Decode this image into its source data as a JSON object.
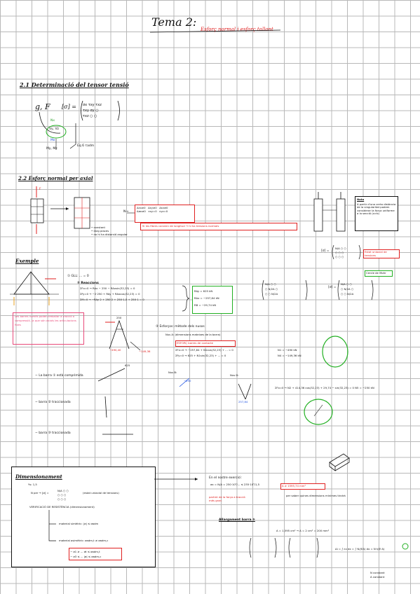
{
  "title": "Tema 2:",
  "subtitle": "Esforç normal i esforç tallant",
  "section_21": {
    "heading": "2.1 Determinació del tensor tensió",
    "lhs": "g, F",
    "arrow_to": "[σ] =",
    "matrix": [
      "σx τxy τxz",
      "τxy σy ○",
      "τxz ○ ○"
    ],
    "notes": [
      "Nx",
      "Vy, Vz",
      "Mx",
      "My, Mz"
    ],
    "result": "Eq 6 τadm"
  },
  "section_22": {
    "heading": "2.2 Esforç normal per axial",
    "bar_label": "F",
    "list": [
      "• constant",
      "• llarg places",
      "• no hi ha distorsió angular"
    ],
    "n_label": "N→",
    "strain_box": "Δεx≠0   Δεy≠0   Δεz≠0\nΔσx≠0   εxy=0   εyz=0",
    "red_note": "Si les fibres canvien de longitud → hi ha tensions normals",
    "nota_title": "Nota",
    "nota_text": "A partir d'una certa distància de la singularitat podem considerar la força uniforme a la secció (x>b)",
    "tensor_label": "[σ] =",
    "tensor_matrix": [
      "N/A ○ ○",
      "○ ○ ○",
      "○ ○ ○"
    ],
    "estat_box": "Estat uniaxial de tensions",
    "mohr_box": "Cercle de Mohr",
    "mohr_matrix": [
      "N/A ○ ○",
      "○ N/2A ○",
      "○ ○ N/2A"
    ],
    "mohr_lhs": "[σ] ="
  },
  "exemple": {
    "heading": "Exemple",
    "step1": "① GLL:  ...  = 0",
    "step2": "② Reaccions",
    "equations": [
      "ΣFx=0 → RAx − 250 − RAxsin(32,23) = 0",
      "ΣFy=0 → −2·250 + RAy + RAxcos(32,23) = 0",
      "ΣM=0 → −RAy·2 + 250·2 + 250·1,5 + 250·1 = 0"
    ],
    "results": [
      "RAy = 625 kN",
      "RAx = −257,84 kN",
      "RB = −29,74 kN"
    ],
    "pink_note": "Les barres només poden treballar a tracció o compressió, ja que són axials les articulacions fixes",
    "step3": "③ Esforços: mètode dels nusos",
    "nus_a": "Nus A: (dimensions mateixes de la barra)",
    "n_box": "ESFORÇ barres de contacte",
    "nus_eq": [
      "ΣFx=0 → −257,84 + N1cos(32,23) + ... = 0",
      "ΣFy=0 → 625 + N1sin(32,23) + ... = 0"
    ],
    "nus_res": [
      "N1 = −490 kN",
      "N4 = −149,36 kN"
    ],
    "nus_b": "Nus B:",
    "nus_d": "Nus D:",
    "nus_d_eq": "ΣFx=0 → N2 + 414,36 cos(32,23) + 29,74 − sin(32,23) = 0  N5 = −250 kN",
    "bars": [
      "− La barra ① està comprimida",
      "− barra ② traccionada",
      "− barra ③ traccionada"
    ],
    "labels": [
      "−490,40",
      "250",
      "−149,36",
      "−250",
      "625",
      "257,84"
    ]
  },
  "dimensionament": {
    "heading": "Dimensionament",
    "ys": "Ys: 1,5",
    "n_eq": "N per → [σ] =",
    "n_matrix": [
      "N/A ○ ○",
      "○ ○ ○",
      "○ ○ ○"
    ],
    "n_note": "(estat uniaxial de tensions)",
    "verif": "VERIFICACIÓ DE RESISTÈNCIA (dimensionament)",
    "mat1": "material simètric: |σ| ≤ σadm",
    "mat2": "material asimètric: σadm,t ≠ σadm,c",
    "sig_rows": [
      "− σ1 ≥ ... σt ≤ σadm,t",
      "− σ3 ≤ ... |σ| ≤ σadm,c"
    ],
    "right_title": "En el nostre exercici:",
    "right_eq": "σx = N/A = 250·10³/... ≤ 235·10⁶/1,5",
    "right_box": "A ≥ 1595,74 mm²",
    "right_note1": "partint de la força a tracció més gran",
    "right_note2": "per saber quines dimensions mínimes tindrà",
    "allarg_heading": "Allargament barra ⑤",
    "allarg_data": "A = 1,595 cm²  →  A = 2 cm² = 200 mm²",
    "final_eq": "Δl = ∫ εx dx = ∫ N/(EA) dx = N·l/(E·A)",
    "constant_notes": [
      "N constant",
      "A constant"
    ]
  }
}
